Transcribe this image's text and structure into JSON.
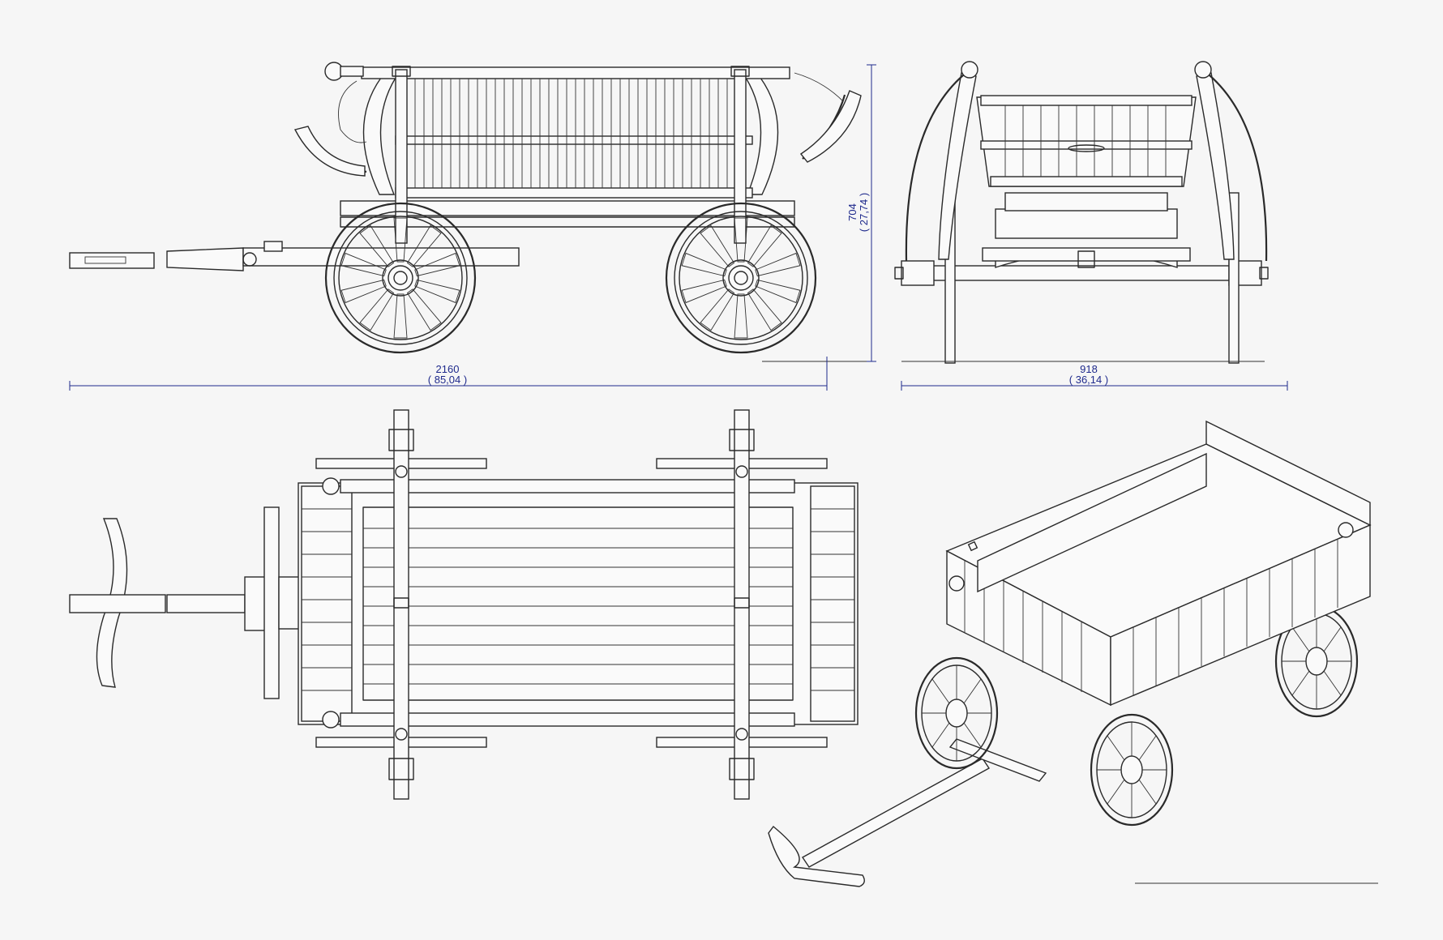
{
  "drawing": {
    "dimensions": {
      "length_mm": "2160",
      "length_in": "( 85,04 )",
      "height_mm": "704",
      "height_in": "( 27,74 )",
      "width_mm": "918",
      "width_in": "( 36,14 )"
    },
    "colors": {
      "line": "#2a2a2a",
      "dimension": "#1f2a8c",
      "background": "#f6f6f6"
    }
  }
}
